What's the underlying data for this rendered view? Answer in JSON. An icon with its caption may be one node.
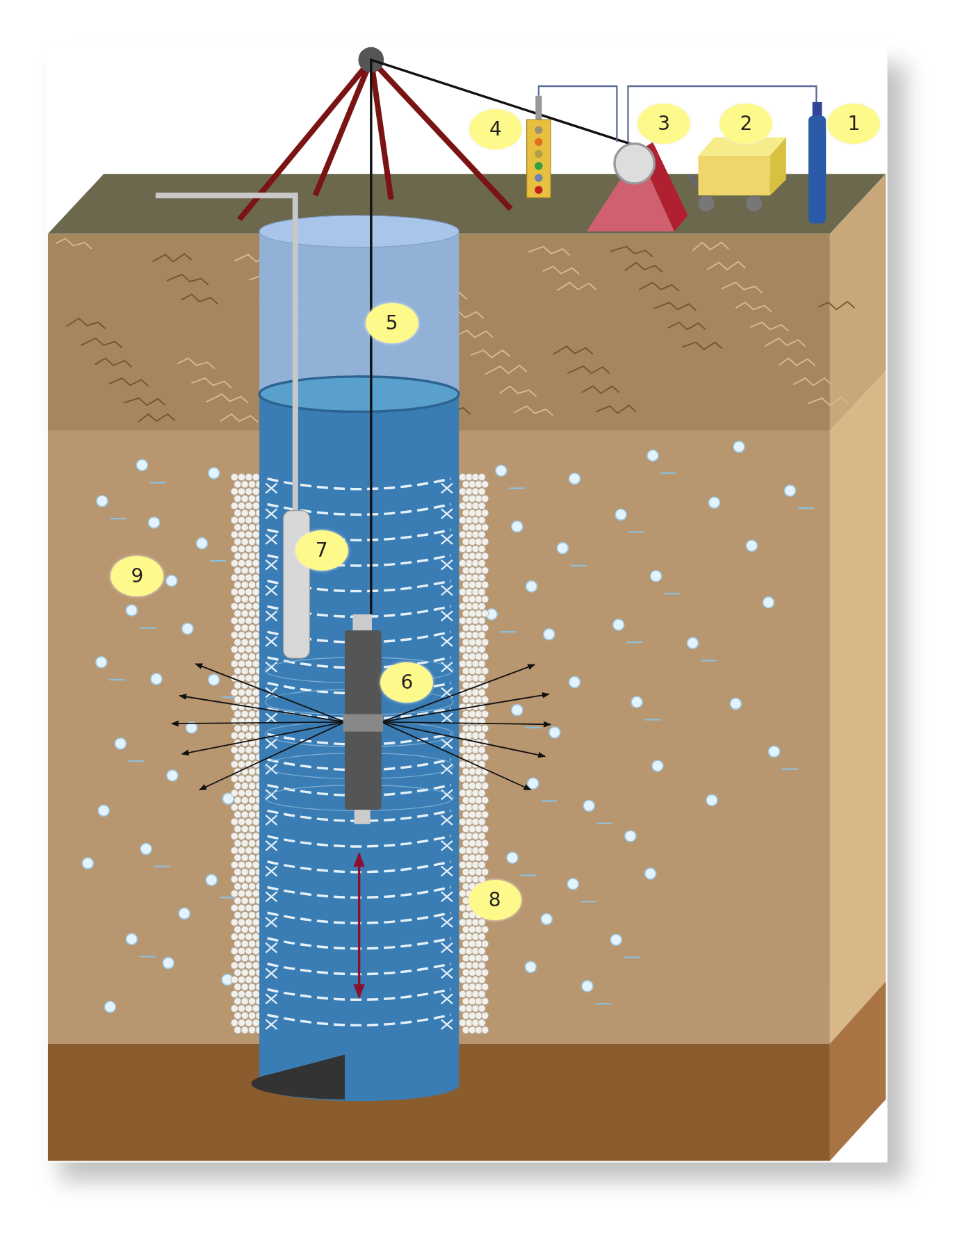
{
  "diagram": {
    "nodes": [
      {
        "text": [],
        "shape": "picture"
      },
      {
        "text": [],
        "shape": "picture"
      },
      {
        "text": [],
        "shape": "picture"
      },
      {
        "text": [],
        "shape": "cylinder"
      },
      {
        "text": [],
        "shape": "picture"
      }
    ],
    "edges": [
      {
        "from": 1,
        "to": 4,
        "arrow": "none",
        "color": "#111111"
      },
      {
        "from": 0,
        "to": 1,
        "arrow": "none"
      },
      {
        "from": 1,
        "to": 3,
        "arrow": "none"
      },
      {
        "from": 1,
        "to": 2,
        "arrow": "none"
      }
    ],
    "labels": [
      "4",
      "3",
      "2",
      "1",
      "5",
      "7",
      "9",
      "6",
      "8"
    ]
  }
}
